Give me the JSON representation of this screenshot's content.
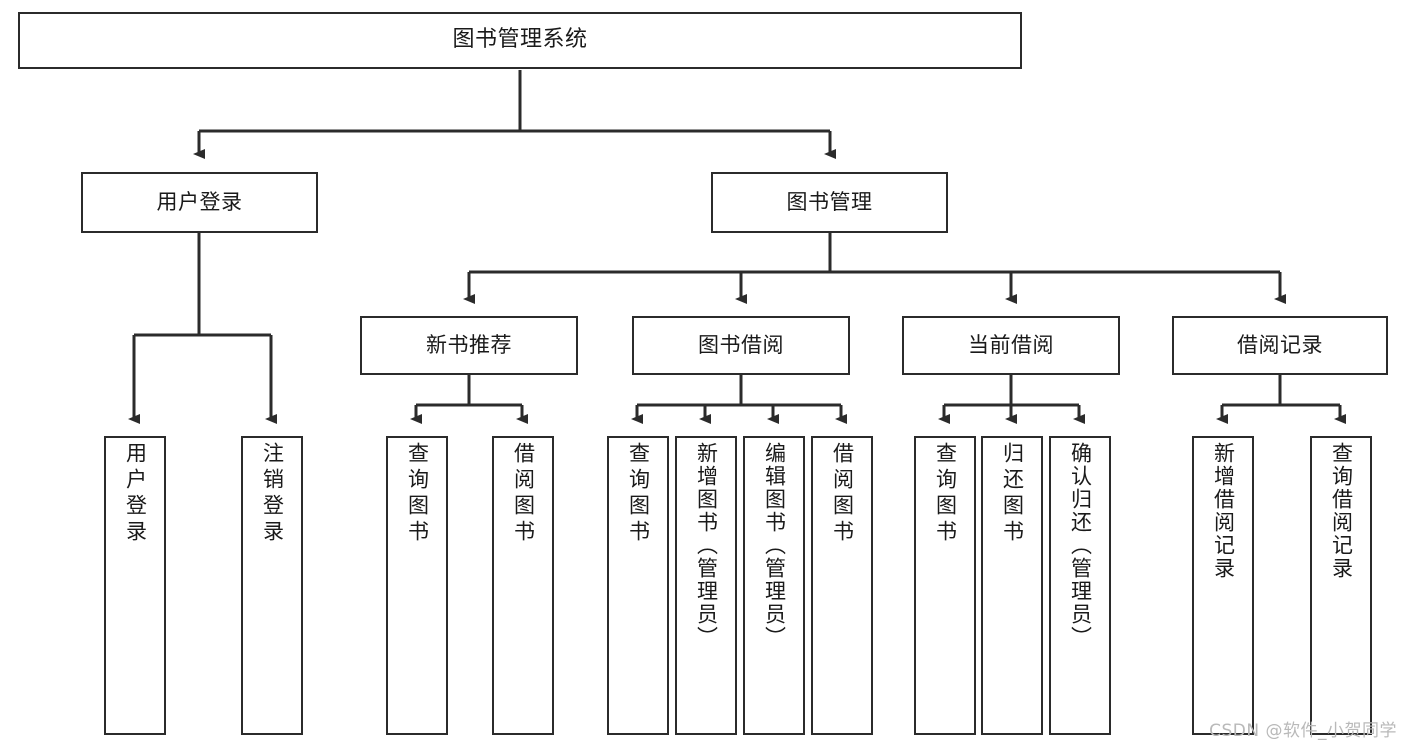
{
  "diagram": {
    "title": "图书管理系统",
    "type": "tree-hierarchy",
    "colors": {
      "line": "#2b2b2b",
      "box_fill": "#ffffff",
      "text": "#1a1a1a",
      "watermark": "#b9b9b9"
    },
    "root": {
      "label": "图书管理系统"
    },
    "level2": [
      {
        "label": "用户登录"
      },
      {
        "label": "图书管理"
      }
    ],
    "level3": [
      {
        "label": "新书推荐"
      },
      {
        "label": "图书借阅"
      },
      {
        "label": "当前借阅"
      },
      {
        "label": "借阅记录"
      }
    ],
    "leaves": {
      "user_login": [
        {
          "label": "用户登录"
        },
        {
          "label": "注销登录"
        }
      ],
      "new_book": [
        {
          "label": "查询图书"
        },
        {
          "label": "借阅图书"
        }
      ],
      "book_borrow": [
        {
          "label": "查询图书"
        },
        {
          "label": "新增图书（管理员）"
        },
        {
          "label": "编辑图书（管理员）"
        },
        {
          "label": "借阅图书"
        }
      ],
      "current_borrow": [
        {
          "label": "查询图书"
        },
        {
          "label": "归还图书"
        },
        {
          "label": "确认归还（管理员）"
        }
      ],
      "borrow_record": [
        {
          "label": "新增借阅记录"
        },
        {
          "label": "查询借阅记录"
        }
      ]
    }
  },
  "watermark": {
    "text": "CSDN @软件_小贺同学"
  }
}
